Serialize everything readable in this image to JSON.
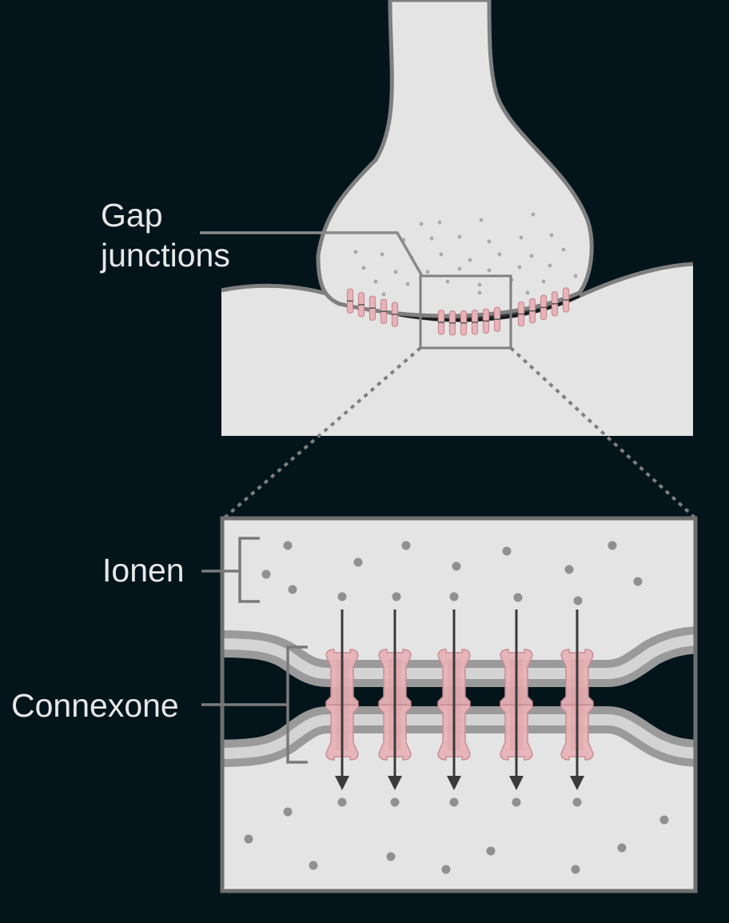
{
  "labels": {
    "gap_line1": "Gap",
    "gap_line2": "junctions",
    "ionen": "Ionen",
    "connexone": "Connexone"
  },
  "colors": {
    "background": "#03151b",
    "cell": "#e4e4e4",
    "membrane": "#7f7f7f",
    "membrane_light": "#b4b4b4",
    "connexon": "#e8b4b8",
    "connexon_edge": "#c78b92",
    "ion": "#909090",
    "arrow": "#3a3a3a",
    "leader": "#8a8a8a",
    "text": "#e7e7e7"
  }
}
